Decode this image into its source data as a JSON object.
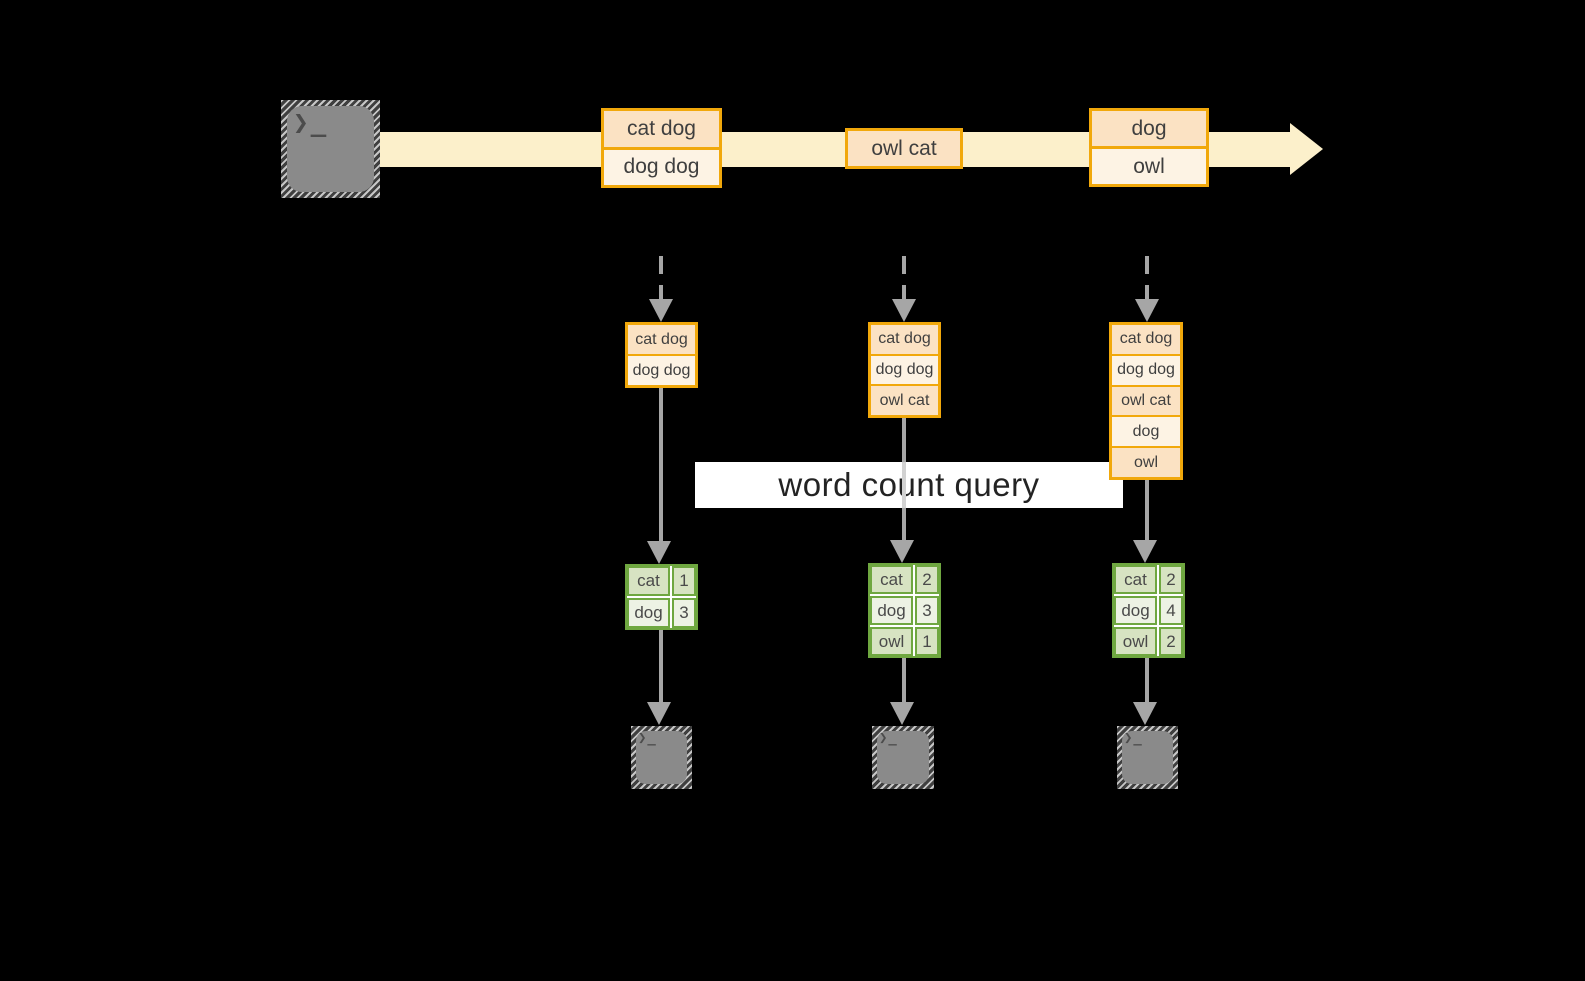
{
  "icons": {
    "source_terminal": "terminal-icon",
    "sink_terminal": "terminal-icon",
    "terminal_glyph": "❯_"
  },
  "query": {
    "label": "word count query"
  },
  "stream": {
    "events": [
      {
        "lines": [
          "cat dog",
          "dog dog"
        ]
      },
      {
        "lines": [
          "owl cat"
        ]
      },
      {
        "lines": [
          "dog",
          "owl"
        ]
      }
    ]
  },
  "columns": [
    {
      "input_lines": [
        "cat dog",
        "dog dog"
      ],
      "result": {
        "rows": [
          {
            "word": "cat",
            "count": "1"
          },
          {
            "word": "dog",
            "count": "3"
          }
        ]
      }
    },
    {
      "input_lines": [
        "cat dog",
        "dog dog",
        "owl cat"
      ],
      "result": {
        "rows": [
          {
            "word": "cat",
            "count": "2"
          },
          {
            "word": "dog",
            "count": "3"
          },
          {
            "word": "owl",
            "count": "1"
          }
        ]
      }
    },
    {
      "input_lines": [
        "cat dog",
        "dog dog",
        "owl cat",
        "dog",
        "owl"
      ],
      "result": {
        "rows": [
          {
            "word": "cat",
            "count": "2"
          },
          {
            "word": "dog",
            "count": "4"
          },
          {
            "word": "owl",
            "count": "2"
          }
        ]
      }
    }
  ],
  "colors": {
    "background": "#000000",
    "stream_band": "#FCF0CB",
    "orange_border": "#F1A80B",
    "peach_dark": "#FBE2C3",
    "peach_light": "#FDF3E4",
    "green_border": "#6FA740",
    "green_dark": "#D7E3C2",
    "green_light": "#EDF2E4",
    "arrow_gray": "#A6A6A6",
    "terminal_gray": "#8A8A8A",
    "query_band_bg": "#FFFFFF",
    "text_dark": "#3F3F3F"
  }
}
